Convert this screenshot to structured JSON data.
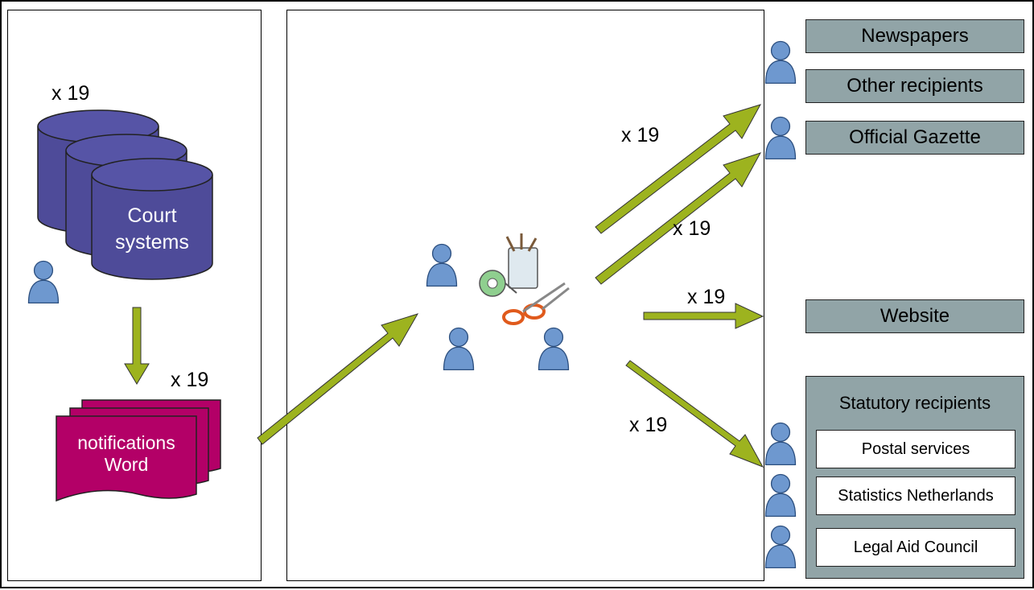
{
  "source": {
    "multiplier": "x 19",
    "db_label_line1": "Court",
    "db_label_line2": "systems",
    "doc_label_line1": "notifications",
    "doc_label_line2": "Word",
    "doc_multiplier": "x 19"
  },
  "arrows": {
    "top": "x 19",
    "upper": "x 19",
    "middle": "x 19",
    "bottom": "x 19"
  },
  "recipients": {
    "newspapers": "Newspapers",
    "other": "Other recipients",
    "gazette": "Official Gazette",
    "website": "Website",
    "statutory": {
      "title": "Statutory recipients",
      "items": [
        "Postal services",
        "Statistics Netherlands",
        "Legal Aid Council"
      ]
    }
  },
  "colors": {
    "database": "#4e4b99",
    "document": "#b30067",
    "arrow": "#9db31f",
    "recipient_box": "#91a4a7",
    "person": "#6e98cf"
  }
}
